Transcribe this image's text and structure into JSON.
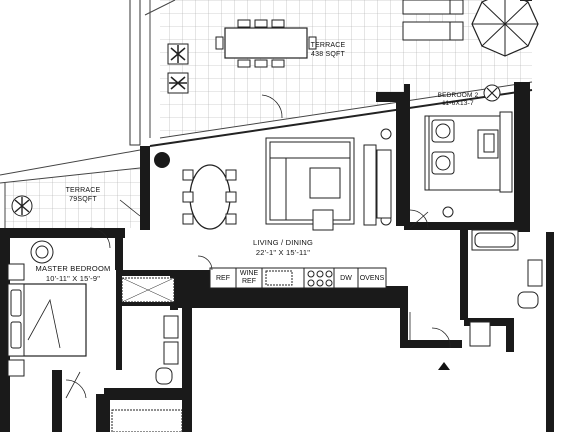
{
  "rooms": {
    "terrace_top": {
      "name": "TERRACE",
      "area": "438 SQFT"
    },
    "terrace_left": {
      "name": "TERRACE",
      "area": "79SQFT"
    },
    "bedroom2": {
      "name": "BEDROOM 2",
      "size": "11-6X13-7"
    },
    "living": {
      "name": "LIVING / DINING",
      "size": "22'-1\" X 15'-11\""
    },
    "master": {
      "name": "MASTER BEDROOM",
      "size": "10'-11\" X 15'-9\""
    }
  },
  "appliances": {
    "ref": "REF",
    "wine_line1": "WINE",
    "wine_line2": "REF",
    "dw": "DW",
    "ovens": "OVENS"
  },
  "colors": {
    "wall": "#1a1a1a",
    "line": "#222222",
    "grid": "#9a9a9a",
    "background": "#ffffff"
  },
  "icons": [
    "plant-icon",
    "umbrella-icon",
    "entry-arrow-icon",
    "column-icon"
  ]
}
